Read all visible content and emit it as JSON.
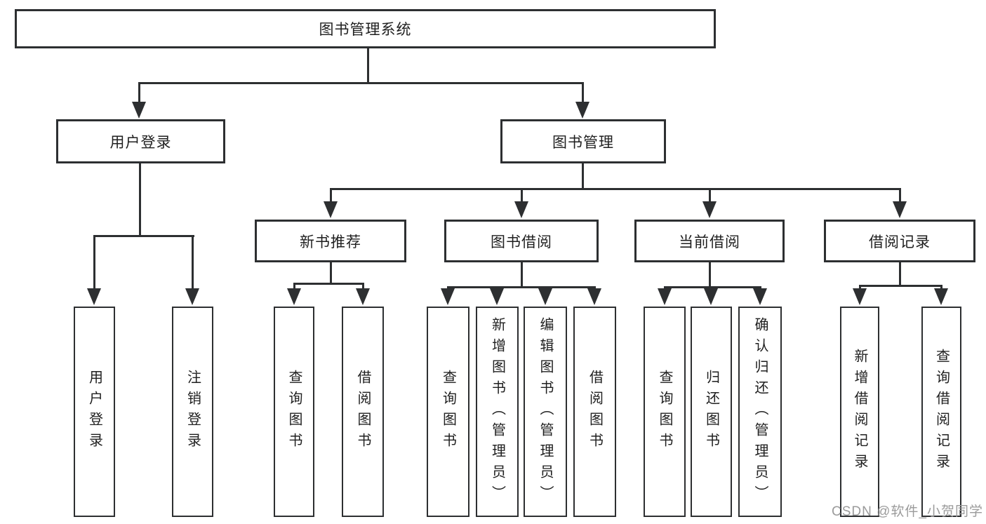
{
  "root": {
    "label": "图书管理系统"
  },
  "branches": [
    {
      "label": "用户登录",
      "leaves": [
        {
          "label": "用户登录"
        },
        {
          "label": "注销登录"
        }
      ]
    },
    {
      "label": "图书管理",
      "groups": [
        {
          "label": "新书推荐",
          "leaves": [
            {
              "label": "查询图书"
            },
            {
              "label": "借阅图书"
            }
          ]
        },
        {
          "label": "图书借阅",
          "leaves": [
            {
              "label": "查询图书"
            },
            {
              "label": "新增图书（管理员）"
            },
            {
              "label": "编辑图书（管理员）"
            },
            {
              "label": "借阅图书"
            }
          ]
        },
        {
          "label": "当前借阅",
          "leaves": [
            {
              "label": "查询图书"
            },
            {
              "label": "归还图书"
            },
            {
              "label": "确认归还（管理员）"
            }
          ]
        },
        {
          "label": "借阅记录",
          "leaves": [
            {
              "label": "新增借阅记录"
            },
            {
              "label": "查询借阅记录"
            }
          ]
        }
      ]
    }
  ],
  "watermark": "CSDN @软件_小贺同学",
  "colors": {
    "line": "#2d2f31",
    "text": "#1f1f1f",
    "watermark": "#9b9b9b",
    "background": "#ffffff"
  }
}
